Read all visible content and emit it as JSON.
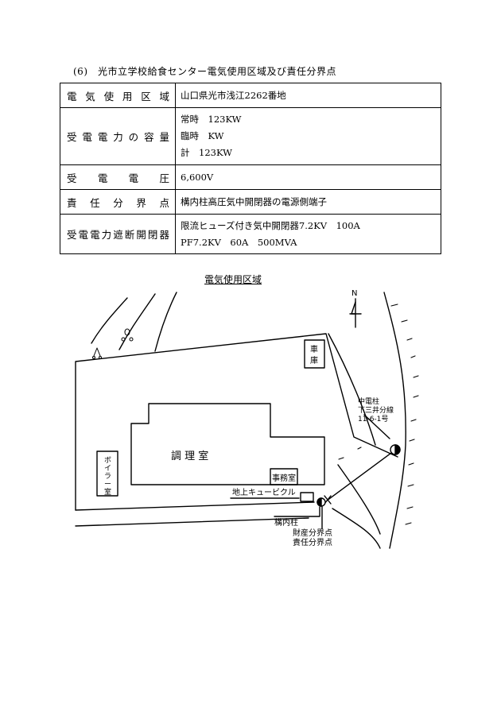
{
  "heading": "(6)　光市立学校給食センター電気使用区域及び責任分界点",
  "table": {
    "rows": [
      {
        "label": "電気使用区域",
        "lines": [
          "山口県光市浅江2262番地"
        ]
      },
      {
        "label": "受電電力の容量",
        "lines": [
          "常時　123KW",
          "臨時　KW",
          "計　123KW"
        ]
      },
      {
        "label": "受電電圧",
        "lines": [
          "6,600V"
        ]
      },
      {
        "label": "責任分界点",
        "lines": [
          "構内柱高圧気中開閉器の電源側端子"
        ]
      },
      {
        "label": "受電電力遮断開閉器",
        "lines": [
          "限流ヒューズ付き気中開閉器7.2KV　100A",
          "PF7.2KV　60A　500MVA"
        ]
      }
    ]
  },
  "diagram": {
    "title": "電気使用区域",
    "north": "N",
    "garage": [
      "車",
      "庫"
    ],
    "kitchen": "調 理 室",
    "office": "事務室",
    "boiler": [
      "ボ",
      "イ",
      "ラ",
      "ー",
      "室"
    ],
    "utility_pole": [
      "中電柱",
      "下三井分線",
      "11-6-1号"
    ],
    "cubicle": "地上キュービクル",
    "premises_pole": "構内柱",
    "demarcation": [
      "財産分界点",
      "責任分界点"
    ]
  }
}
